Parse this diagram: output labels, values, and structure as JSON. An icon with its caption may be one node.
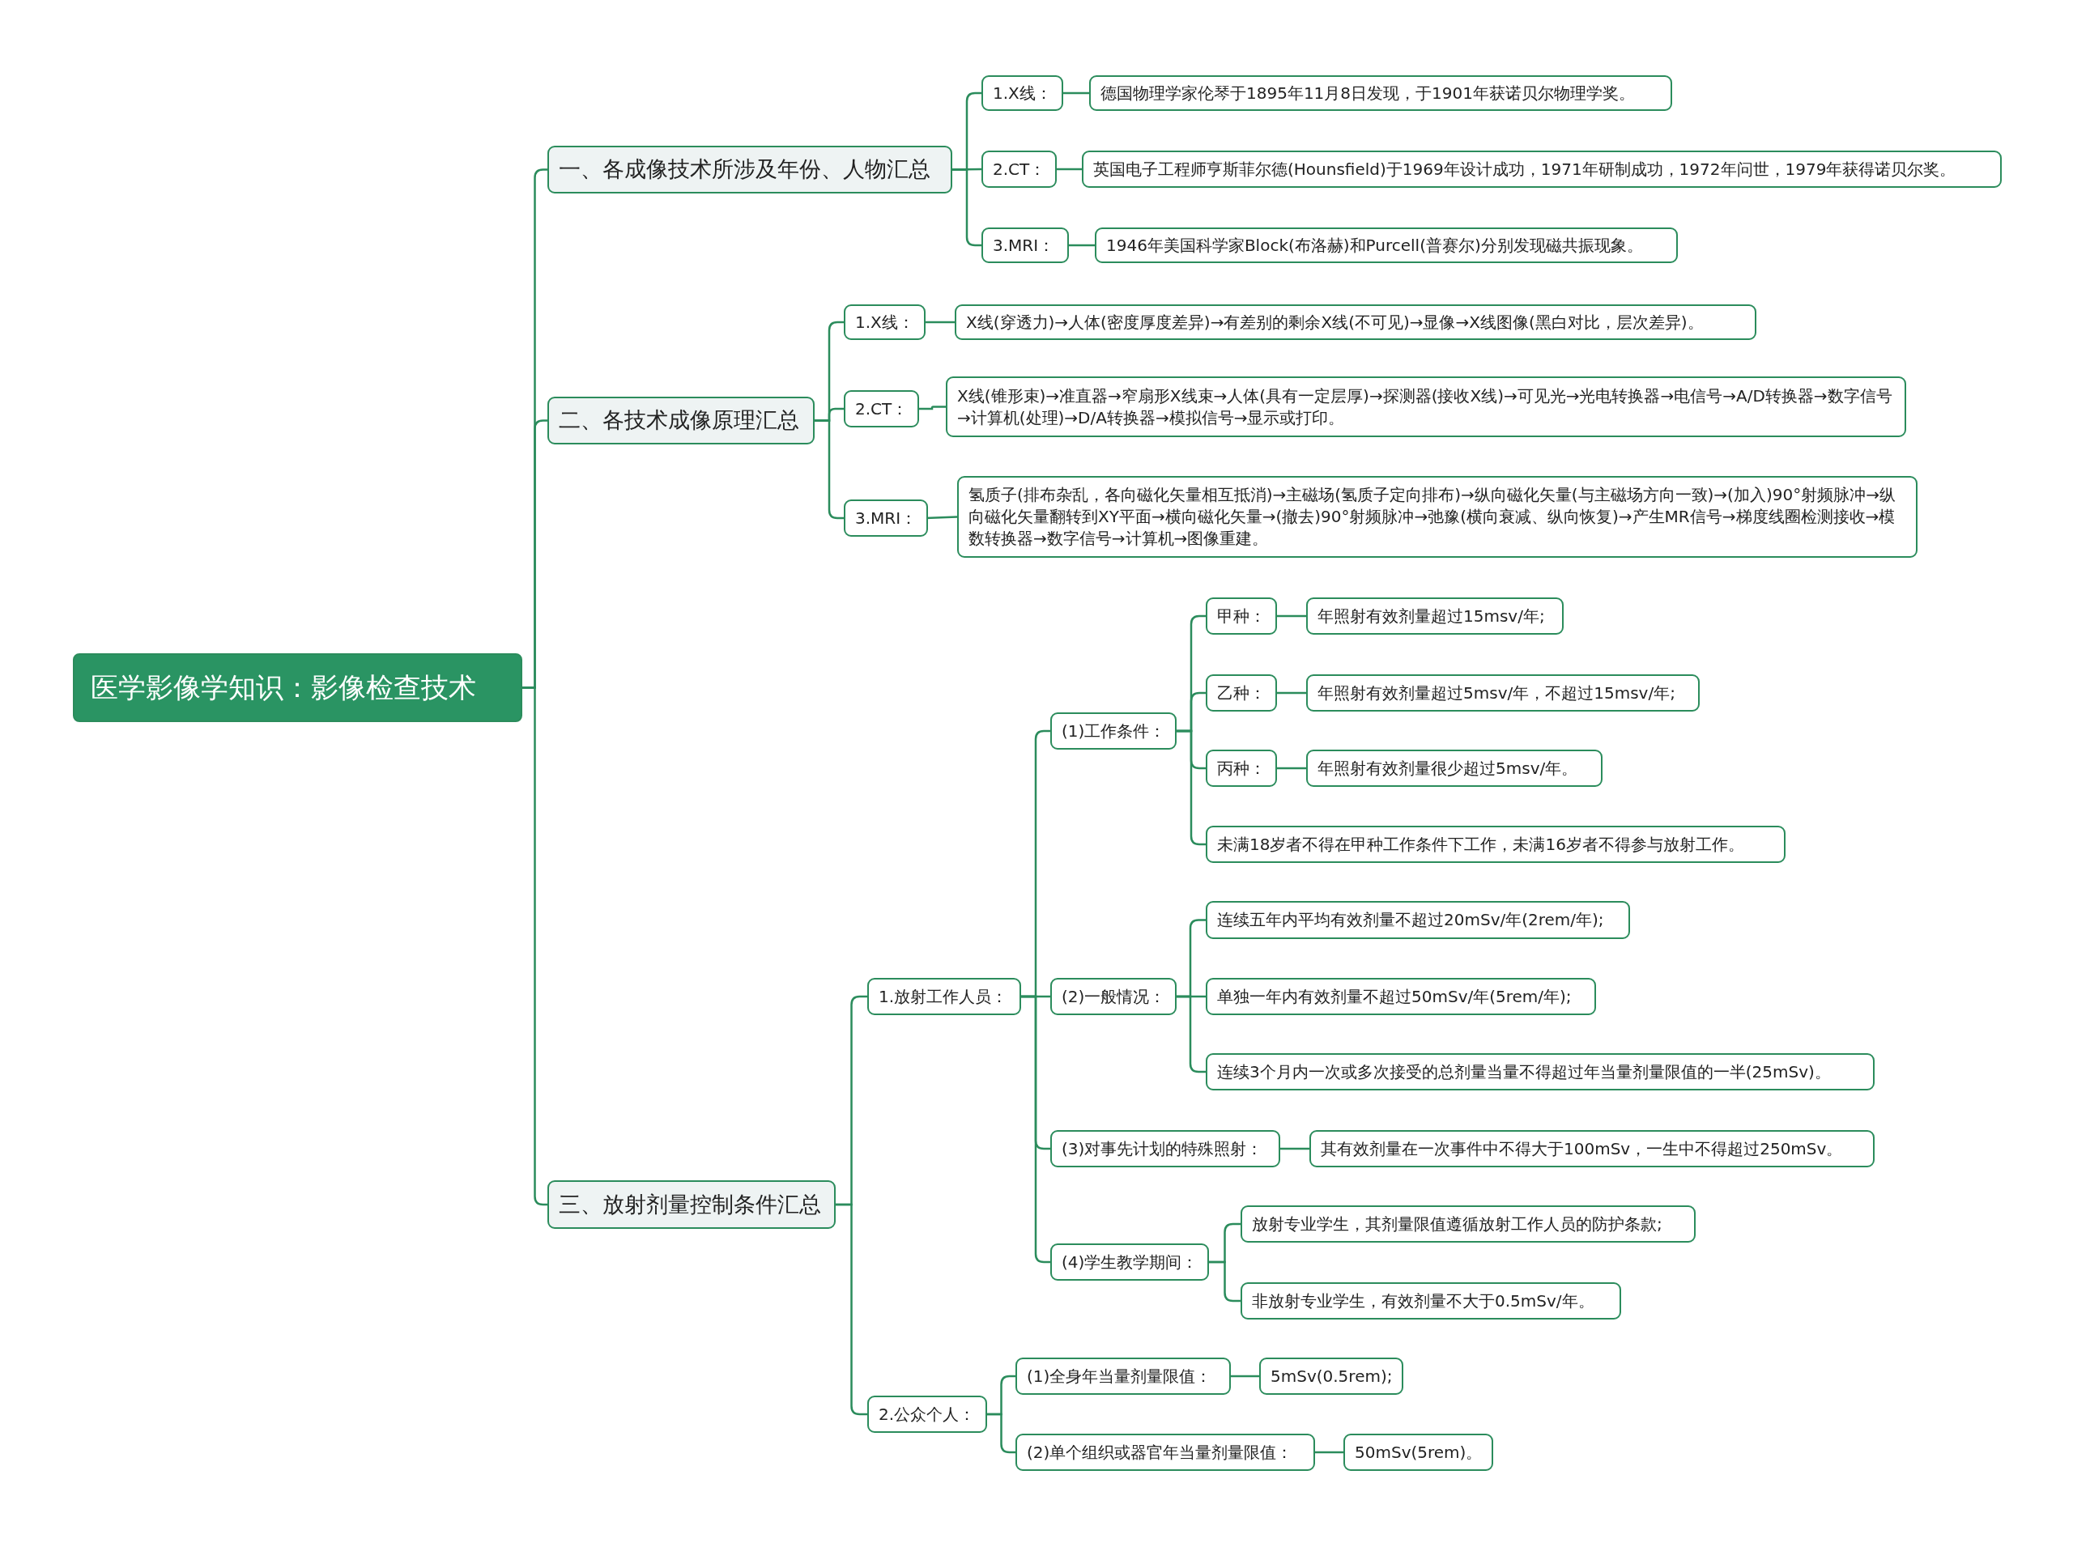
{
  "diagram": {
    "nodes": [
      {
        "text": [
          "医学影像学知识：影像检查技术"
        ]
      },
      {
        "text": [
          "一、各成像技术所涉及年份、人物汇总"
        ]
      },
      {
        "text": [
          "1.X线："
        ]
      },
      {
        "text": [
          "德国物理学家伦琴于1895年11月8日发现，于1901年获诺贝尔物理学奖。"
        ]
      },
      {
        "text": [
          "2.CT："
        ]
      },
      {
        "text": [
          "英国电子工程师亨斯菲尔德(Hounsfield)于1969年设计成功，1971年研制成功，1972年问世，1979年获得诺贝尔奖。"
        ]
      },
      {
        "text": [
          "3.MRI："
        ]
      },
      {
        "text": [
          "1946年美国科学家Block(布洛赫)和Purcell(普赛尔)分别发现磁共振现象。"
        ]
      },
      {
        "text": [
          "二、各技术成像原理汇总"
        ]
      },
      {
        "text": [
          "1.X线："
        ]
      },
      {
        "text": [
          "X线(穿透力)→人体(密度厚度差异)→有差别的剩余X线(不可见)→显像→X线图像(黑白对比，层次差异)。"
        ]
      },
      {
        "text": [
          "2.CT："
        ]
      },
      {
        "text": [
          "X线(锥形束)→准直器→窄扇形X线束→人体(具有一定层厚)→探测器(接收X线)→可见光→光电转换器→电信号→A/D转换器→数字信号→计算机(处理)→D/A转换器→模拟信号→显示或打印。"
        ]
      },
      {
        "text": [
          "3.MRI："
        ]
      },
      {
        "text": [
          "氢质子(排布杂乱，各向磁化矢量相互抵消)→主磁场(氢质子定向排布)→纵向磁化矢量(与主磁场方向一致)→(加入)90°射频脉冲→纵向磁化矢量翻转到XY平面→横向磁化矢量→(撤去)90°射频脉冲→弛豫(横向衰减、纵向恢复)→产生MR信号→梯度线圈检测接收→模数转换器→数字信号→计算机→图像重建。"
        ]
      },
      {
        "text": [
          "三、放射剂量控制条件汇总"
        ]
      },
      {
        "text": [
          "1.放射工作人员："
        ]
      },
      {
        "text": [
          "(1)工作条件："
        ]
      },
      {
        "text": [
          "甲种："
        ]
      },
      {
        "text": [
          "年照射有效剂量超过15msv/年;"
        ]
      },
      {
        "text": [
          "乙种："
        ]
      },
      {
        "text": [
          "年照射有效剂量超过5msv/年，不超过15msv/年;"
        ]
      },
      {
        "text": [
          "丙种："
        ]
      },
      {
        "text": [
          "年照射有效剂量很少超过5msv/年。"
        ]
      },
      {
        "text": [
          "未满18岁者不得在甲种工作条件下工作，未满16岁者不得参与放射工作。"
        ]
      },
      {
        "text": [
          "(2)一般情况："
        ]
      },
      {
        "text": [
          "连续五年内平均有效剂量不超过20mSv/年(2rem/年);"
        ]
      },
      {
        "text": [
          "单独一年内有效剂量不超过50mSv/年(5rem/年);"
        ]
      },
      {
        "text": [
          "连续3个月内一次或多次接受的总剂量当量不得超过年当量剂量限值的一半(25mSv)。"
        ]
      },
      {
        "text": [
          "(3)对事先计划的特殊照射："
        ]
      },
      {
        "text": [
          "其有效剂量在一次事件中不得大于100mSv，一生中不得超过250mSv。"
        ]
      },
      {
        "text": [
          "(4)学生教学期间："
        ]
      },
      {
        "text": [
          "放射专业学生，其剂量限值遵循放射工作人员的防护条款;"
        ]
      },
      {
        "text": [
          "非放射专业学生，有效剂量不大于0.5mSv/年。"
        ]
      },
      {
        "text": [
          "2.公众个人："
        ]
      },
      {
        "text": [
          "(1)全身年当量剂量限值："
        ]
      },
      {
        "text": [
          "5mSv(0.5rem);"
        ]
      },
      {
        "text": [
          "(2)单个组织或器官年当量剂量限值："
        ]
      },
      {
        "text": [
          "50mSv(5rem)。"
        ]
      }
    ],
    "edges": [
      {
        "from": 0,
        "to": 1,
        "arrow": "none"
      },
      {
        "from": 1,
        "to": 2,
        "arrow": "none"
      },
      {
        "from": 2,
        "to": 3,
        "arrow": "none"
      },
      {
        "from": 1,
        "to": 4,
        "arrow": "none"
      },
      {
        "from": 4,
        "to": 5,
        "arrow": "none"
      },
      {
        "from": 1,
        "to": 6,
        "arrow": "none"
      },
      {
        "from": 6,
        "to": 7,
        "arrow": "none"
      },
      {
        "from": 0,
        "to": 8,
        "arrow": "none"
      },
      {
        "from": 8,
        "to": 9,
        "arrow": "none"
      },
      {
        "from": 9,
        "to": 10,
        "arrow": "none"
      },
      {
        "from": 8,
        "to": 11,
        "arrow": "none"
      },
      {
        "from": 11,
        "to": 12,
        "arrow": "none"
      },
      {
        "from": 8,
        "to": 13,
        "arrow": "none"
      },
      {
        "from": 13,
        "to": 14,
        "arrow": "none"
      },
      {
        "from": 0,
        "to": 15,
        "arrow": "none"
      },
      {
        "from": 15,
        "to": 16,
        "arrow": "none"
      },
      {
        "from": 16,
        "to": 17,
        "arrow": "none"
      },
      {
        "from": 17,
        "to": 18,
        "arrow": "none"
      },
      {
        "from": 18,
        "to": 19,
        "arrow": "none"
      },
      {
        "from": 17,
        "to": 20,
        "arrow": "none"
      },
      {
        "from": 20,
        "to": 21,
        "arrow": "none"
      },
      {
        "from": 17,
        "to": 22,
        "arrow": "none"
      },
      {
        "from": 22,
        "to": 23,
        "arrow": "none"
      },
      {
        "from": 17,
        "to": 24,
        "arrow": "none"
      },
      {
        "from": 16,
        "to": 25,
        "arrow": "none"
      },
      {
        "from": 25,
        "to": 26,
        "arrow": "none"
      },
      {
        "from": 25,
        "to": 27,
        "arrow": "none"
      },
      {
        "from": 25,
        "to": 28,
        "arrow": "none"
      },
      {
        "from": 16,
        "to": 29,
        "arrow": "none"
      },
      {
        "from": 29,
        "to": 30,
        "arrow": "none"
      },
      {
        "from": 16,
        "to": 31,
        "arrow": "none"
      },
      {
        "from": 31,
        "to": 32,
        "arrow": "none"
      },
      {
        "from": 31,
        "to": 33,
        "arrow": "none"
      },
      {
        "from": 15,
        "to": 34,
        "arrow": "none"
      },
      {
        "from": 34,
        "to": 35,
        "arrow": "none"
      },
      {
        "from": 35,
        "to": 36,
        "arrow": "none"
      },
      {
        "from": 34,
        "to": 37,
        "arrow": "none"
      },
      {
        "from": 37,
        "to": 38,
        "arrow": "none"
      }
    ]
  }
}
